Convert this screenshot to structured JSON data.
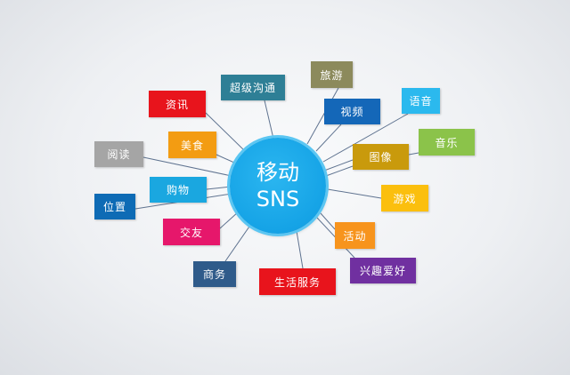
{
  "hub": {
    "line1": "移动",
    "line2": "SNS",
    "color": "#15a3e6"
  },
  "nodes": [
    {
      "label": "资讯",
      "color": "#e8141c"
    },
    {
      "label": "超级沟通",
      "color": "#2e7f96"
    },
    {
      "label": "美食",
      "color": "#f39c12"
    },
    {
      "label": "阅读",
      "color": "#a5a5a5"
    },
    {
      "label": "购物",
      "color": "#1aa7e0"
    },
    {
      "label": "位置",
      "color": "#0e6bb5"
    },
    {
      "label": "交友",
      "color": "#e6176b"
    },
    {
      "label": "商务",
      "color": "#2f5b8a"
    },
    {
      "label": "生活服务",
      "color": "#e8141c"
    },
    {
      "label": "旅游",
      "color": "#8c8a5c"
    },
    {
      "label": "视频",
      "color": "#1467b8"
    },
    {
      "label": "语音",
      "color": "#2bb9ee"
    },
    {
      "label": "音乐",
      "color": "#8bc34a"
    },
    {
      "label": "图像",
      "color": "#c99a0c"
    },
    {
      "label": "游戏",
      "color": "#fbbf0e"
    },
    {
      "label": "活动",
      "color": "#f7941d"
    },
    {
      "label": "兴趣爱好",
      "color": "#7030a0"
    }
  ]
}
